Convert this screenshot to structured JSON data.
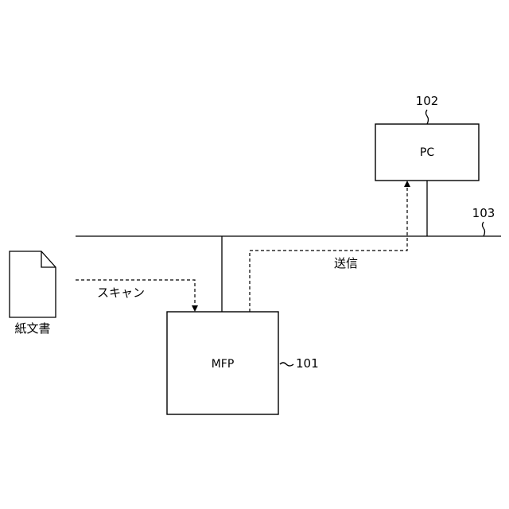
{
  "nodes": {
    "mfp": {
      "label": "MFP",
      "ref": "101"
    },
    "pc": {
      "label": "PC",
      "ref": "102"
    },
    "network": {
      "ref": "103"
    },
    "paper_document": {
      "label": "紙文書"
    }
  },
  "edges": {
    "scan": {
      "label": "スキャン"
    },
    "send": {
      "label": "送信"
    }
  }
}
